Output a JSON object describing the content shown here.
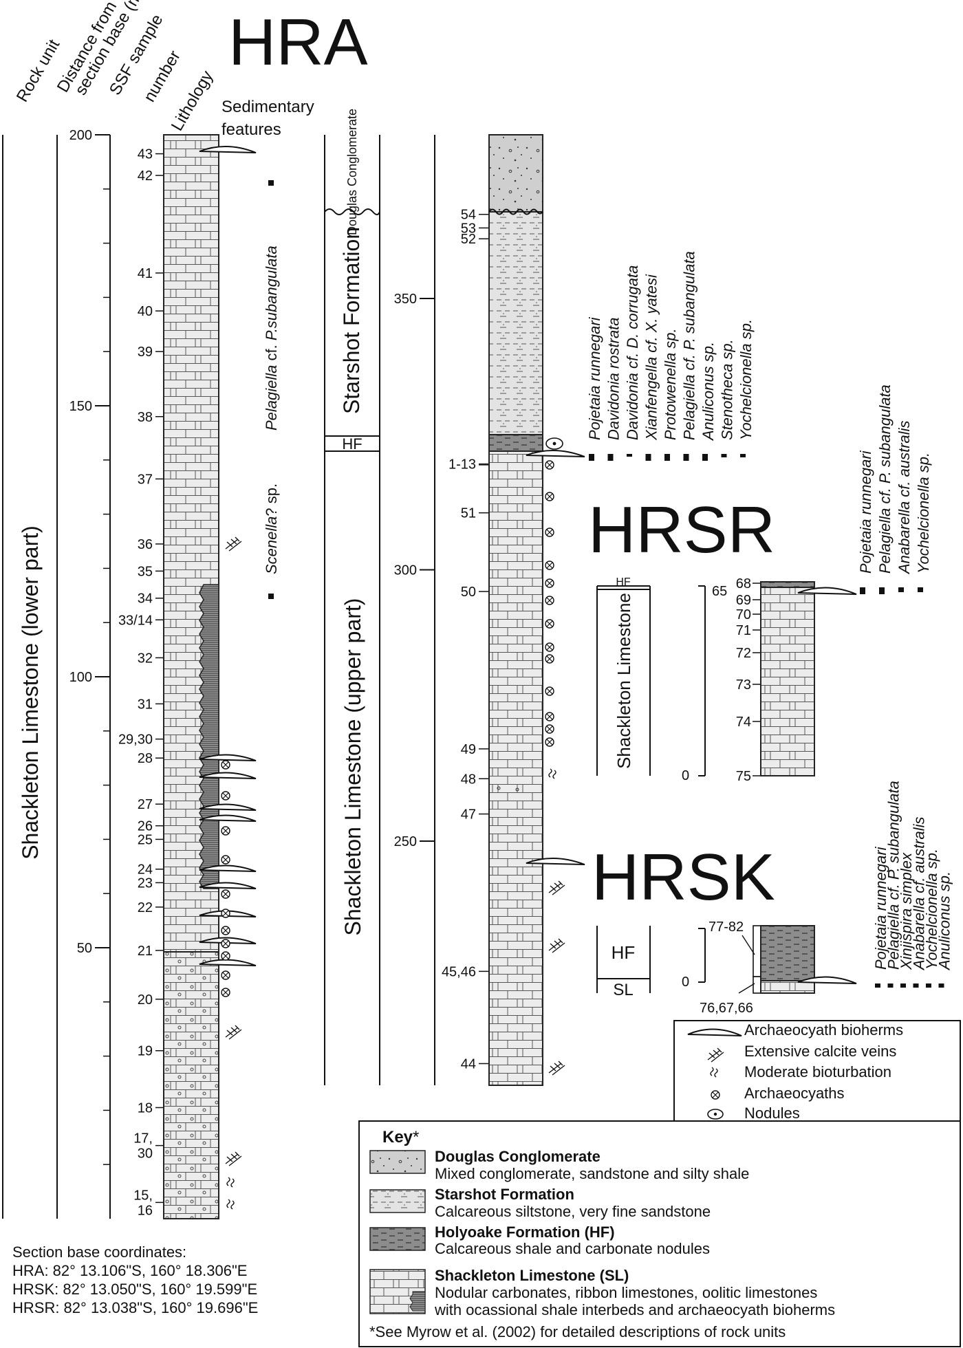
{
  "section_titles": {
    "hra": "HRA",
    "hrsr": "HRSR",
    "hrsk": "HRSK"
  },
  "headers": {
    "rock_unit": "Rock unit",
    "distance_line1": "Distance from",
    "distance_line2": "section base (m)",
    "ssf_line1": "SSF sample",
    "ssf_line2": "number",
    "lithology": "Lithology",
    "sed_line1": "Sedimentary",
    "sed_line2": "features"
  },
  "hra": {
    "rock_unit": "Shackleton Limestone (lower part)",
    "scale_ticks": [
      {
        "value": 200,
        "label": "200"
      },
      {
        "value": 150,
        "label": "150"
      },
      {
        "value": 100,
        "label": "100"
      },
      {
        "value": 50,
        "label": "50"
      }
    ],
    "samples": [
      {
        "label": "43",
        "m": 196.5
      },
      {
        "label": "42",
        "m": 192.5
      },
      {
        "label": "41",
        "m": 174.5
      },
      {
        "label": "40",
        "m": 167.5
      },
      {
        "label": "39",
        "m": 160.0
      },
      {
        "label": "38",
        "m": 148.0
      },
      {
        "label": "37",
        "m": 136.5
      },
      {
        "label": "36",
        "m": 124.5
      },
      {
        "label": "35",
        "m": 119.5
      },
      {
        "label": "34",
        "m": 114.5
      },
      {
        "label": "33/14",
        "m": 110.5
      },
      {
        "label": "32",
        "m": 103.5
      },
      {
        "label": "31",
        "m": 95.0
      },
      {
        "label": "29,30",
        "m": 88.5
      },
      {
        "label": "28",
        "m": 85.0
      },
      {
        "label": "27",
        "m": 76.5
      },
      {
        "label": "26",
        "m": 72.5
      },
      {
        "label": "25",
        "m": 70.0
      },
      {
        "label": "24",
        "m": 64.5
      },
      {
        "label": "23",
        "m": 62.0
      },
      {
        "label": "22",
        "m": 57.5
      },
      {
        "label": "21",
        "m": 49.5
      },
      {
        "label": "20",
        "m": 40.5
      },
      {
        "label": "19",
        "m": 31.0
      },
      {
        "label": "18",
        "m": 20.5
      },
      {
        "label": "17,\n30",
        "m": 13.5
      },
      {
        "label": "15,\n16",
        "m": 3.0
      }
    ],
    "fossil_ranges": [
      {
        "name": "Pelagiella",
        "suffix": " cf. ",
        "name2": "P.subangulata"
      },
      {
        "name": "Scenella",
        "suffix": "? sp.",
        "name2": ""
      }
    ]
  },
  "upper": {
    "rock_unit": "Shackleton Limestone (upper part)",
    "starshot": "Starshot Formation",
    "douglas": "Douglas Conglomerate",
    "hf": "HF",
    "scale_ticks": [
      {
        "value": 350,
        "label": "350"
      },
      {
        "value": 300,
        "label": "300"
      },
      {
        "value": 250,
        "label": "250"
      }
    ],
    "samples": [
      {
        "label": "54",
        "m": 365.5
      },
      {
        "label": "53",
        "m": 363.0
      },
      {
        "label": "52",
        "m": 361.0
      },
      {
        "label": "1-13",
        "m": 319.5
      },
      {
        "label": "51",
        "m": 310.5
      },
      {
        "label": "50",
        "m": 296.0
      },
      {
        "label": "49",
        "m": 267.0
      },
      {
        "label": "48",
        "m": 261.5
      },
      {
        "label": "47",
        "m": 255.0
      },
      {
        "label": "45,46",
        "m": 226.0
      },
      {
        "label": "44",
        "m": 209.0
      }
    ],
    "taxa": [
      "Pojetaia runnegari",
      "Davidonia rostrata",
      "Davidonia cf. D. corrugata",
      "Xianfengella cf. X. yatesi",
      "Protowenella sp.",
      "Pelagiella cf. P. subangulata",
      "Anuliconus sp.",
      "Stenotheca sp.",
      "Yochelcionella sp."
    ]
  },
  "hrsr": {
    "unit_hf": "HF",
    "unit_sl": "Shackleton Limestone",
    "scale_zero": "0",
    "scale_top": "65",
    "samples": [
      "68",
      "69",
      "70",
      "71",
      "72",
      "73",
      "74",
      "75"
    ],
    "taxa": [
      "Pojetaia runnegari",
      "Pelagiella cf. P. subangulata",
      "Anabarella cf. australis",
      "Yochelcionella sp."
    ]
  },
  "hrsk": {
    "unit_hf": "HF",
    "unit_sl": "SL",
    "scale_zero": "0",
    "sample_top": "77-82",
    "sample_bottom": "76,67,66",
    "taxa": [
      "Pojetaia runnegari",
      "Pelagiella cf. P. subangulata",
      "Xinjispira simplex",
      "Anabarella cf. australis",
      "Yochelcionella sp.",
      "Anuliconus sp."
    ]
  },
  "symbols_legend": [
    {
      "icon": "bioherm-icon",
      "label": "Archaeocyath bioherms"
    },
    {
      "icon": "calcite-vein-icon",
      "label": "Extensive calcite veins"
    },
    {
      "icon": "bioturbation-icon",
      "label": "Moderate bioturbation"
    },
    {
      "icon": "archaeocyath-icon",
      "label": "Archaeocyaths"
    },
    {
      "icon": "nodule-icon",
      "label": "Nodules"
    }
  ],
  "key": {
    "title": "Key",
    "asterisk": "*",
    "items": [
      {
        "name": "Douglas Conglomerate",
        "desc": "Mixed conglomerate, sandstone and silty shale"
      },
      {
        "name": "Starshot Formation",
        "desc": "Calcareous siltstone, very fine sandstone"
      },
      {
        "name": "Holyoake Formation (HF)",
        "desc": "Calcareous shale and carbonate nodules"
      },
      {
        "name": "Shackleton Limestone (SL)",
        "desc": "Nodular carbonates, ribbon limestones, oolitic limestones",
        "desc2": "with ocassional shale interbeds and archaeocyath bioherms"
      }
    ],
    "footnote": "*See Myrow et al. (2002) for detailed descriptions of rock units"
  },
  "coordinates": {
    "title": "Section base coordinates:",
    "lines": [
      "HRA: 82° 13.106\"S, 160° 18.306\"E",
      "HRSK: 82° 13.050\"S, 160° 19.599\"E",
      "HRSR: 82° 13.038\"S, 160° 19.696\"E"
    ]
  }
}
